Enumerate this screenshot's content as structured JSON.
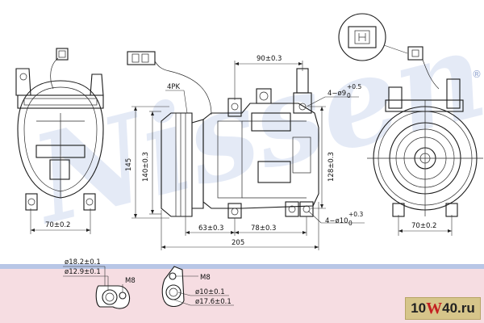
{
  "watermark": {
    "brand": "Nissens",
    "registered_mark": "®"
  },
  "dimensions": {
    "top_span": "90±0.3",
    "pulley_type": "4PK",
    "holes_top": "4−ø9",
    "holes_top_tol_plus": "+0.5",
    "holes_top_tol_base": "0",
    "height_outer": "145",
    "height_inner": "140±0.3",
    "height_right": "128±0.3",
    "bottom_left_span": "63±0.3",
    "bottom_right_span": "78±0.3",
    "holes_bottom": "4−ø10",
    "holes_bottom_tol_plus": "+0.3",
    "holes_bottom_tol_base": "0",
    "overall_length": "205",
    "left_view_width": "70±0.2",
    "right_view_width": "70±0.2"
  },
  "port_details": {
    "left": {
      "outer_dia": "ø18.2±0.1",
      "inner_dia": "ø12.9±0.1",
      "thread": "M8"
    },
    "right": {
      "thread": "M8",
      "inner_dia": "ø10±0.1",
      "outer_dia": "ø17.6±0.1"
    }
  },
  "site_badge": {
    "prefix": "10",
    "letter": "W",
    "suffix": "40.ru"
  }
}
